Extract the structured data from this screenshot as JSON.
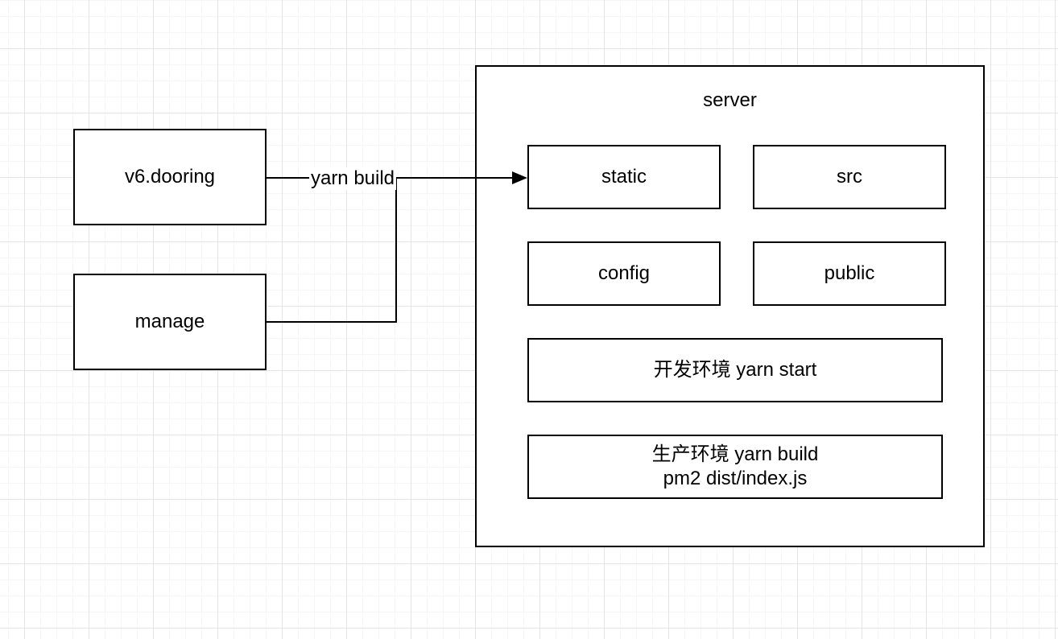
{
  "diagram": {
    "nodes": {
      "v6dooring": "v6.dooring",
      "manage": "manage",
      "server": "server",
      "static": "static",
      "src": "src",
      "config": "config",
      "public": "public",
      "dev": "开发环境 yarn start",
      "prod": {
        "line1": "生产环境 yarn build",
        "line2": "pm2 dist/index.js"
      }
    },
    "edges": {
      "yarn_build": "yarn build"
    },
    "colors": {
      "stroke": "#000000",
      "node_fill": "#ffffff",
      "background": "#ffffff",
      "grid_minor": "#f6f6f6",
      "grid_major": "#e5e5e5"
    }
  }
}
